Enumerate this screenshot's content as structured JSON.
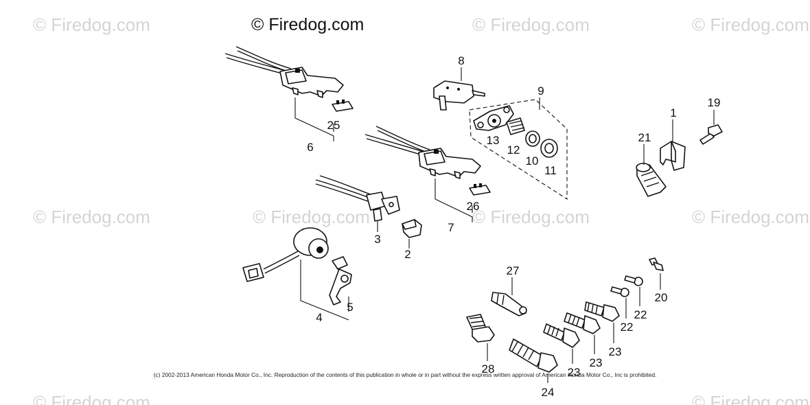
{
  "watermarks": [
    "© Firedog.com",
    "© Firedog.com",
    "© Firedog.com",
    "© Firedog.com",
    "© Firedog.com",
    "© Firedog.com",
    "© Firedog.com",
    "© Firedog.com",
    "© Firedog.com"
  ],
  "header_watermark": "© Firedog.com",
  "callouts": {
    "p1": "1",
    "p2": "2",
    "p3": "3",
    "p4": "4",
    "p5": "5",
    "p6": "6",
    "p7": "7",
    "p8": "8",
    "p9": "9",
    "p10": "10",
    "p11": "11",
    "p12": "12",
    "p13": "13",
    "p19": "19",
    "p20": "20",
    "p21": "21",
    "p22a": "22",
    "p22b": "22",
    "p23a": "23",
    "p23b": "23",
    "p23c": "23",
    "p24": "24",
    "p25": "25",
    "p26": "26",
    "p27": "27",
    "p28": "28"
  },
  "copyright": "(c) 2002-2013 American Honda Motor Co., Inc. Reproduction of the contents of this publication in whole or in part without the express written approval of American Honda Motor Co., Inc is prohibited."
}
